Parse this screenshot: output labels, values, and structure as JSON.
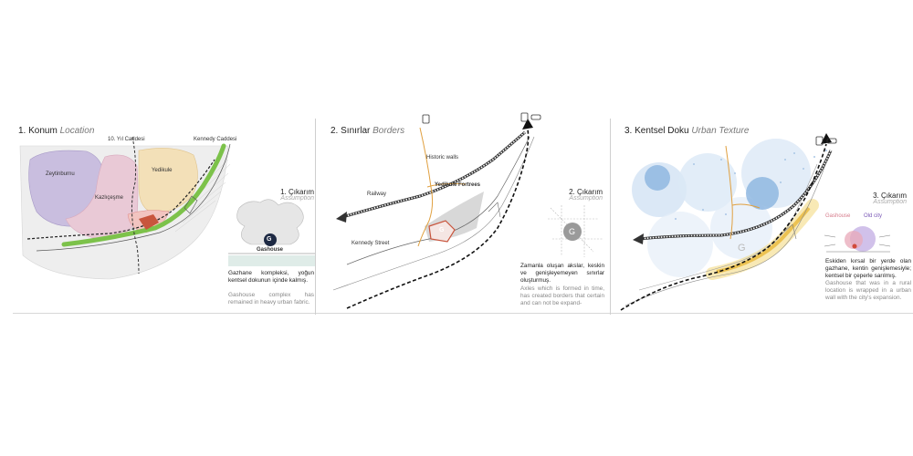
{
  "panel1": {
    "num": "1. Konum",
    "title_en": "Location",
    "labels": {
      "yil_caddesi": "10. Yıl Caddesi",
      "kennedy_caddesi": "Kennedy Caddesi",
      "zeytinburnu": "Zeytinburnu",
      "kazlicesme": "Kazlıçeşme",
      "yedikule": "Yedikule"
    },
    "assumption": {
      "heading": "1. Çıkarım",
      "heading_en": "Assumption",
      "icon_letter": "G",
      "icon_label": "Gashouse",
      "text_tr": "Gazhane kompleksi, yoğun kentsel dokunun içinde kalmış.",
      "text_en": "Gashouse complex has remained in heavy urban fabric."
    }
  },
  "panel2": {
    "num": "2. Sınırlar",
    "title_en": "Borders",
    "labels": {
      "historic_walls": "Historic walls",
      "yedikule_fortrees": "Yedikule Fortrees",
      "railway": "Railway",
      "kennedy_street": "Kennedy Street",
      "g": "G"
    },
    "assumption": {
      "heading": "2. Çıkarım",
      "heading_en": "Assumption",
      "icon_letter": "G",
      "text_tr": "Zamanla oluşan akslar, keskin ve genişleyemeyen sınırlar oluşturmuş.",
      "text_en": "Axles which is formed in time, has created borders that certain and can not be expand-"
    }
  },
  "panel3": {
    "num": "3. Kentsel Doku",
    "title_en": "Urban Texture",
    "labels": {
      "g": "G"
    },
    "assumption": {
      "heading": "3. Çıkarım",
      "heading_en": "Assumption",
      "gashouse_label": "Gashouse",
      "oldcity_label": "Old city",
      "text_tr": "Eskiden kırsal bir yerde olan gazhane, kentin genişlemesiyle; kentsel bir çeperle sarılmış.",
      "text_en": "Gashouse that was in a rural location is wrapped in a urban wall with the city's expansion."
    }
  },
  "colors": {
    "zeytinburnu": "#c9bedf",
    "kazlicesme": "#e9c9d6",
    "yedikule": "#f3e0b8",
    "green_strip": "#7cc24a",
    "gashouse": "#c8553d",
    "orange_line": "#e0a040",
    "blue_texture": "#8fb7e0",
    "yellow_glow": "#f2d36b"
  }
}
